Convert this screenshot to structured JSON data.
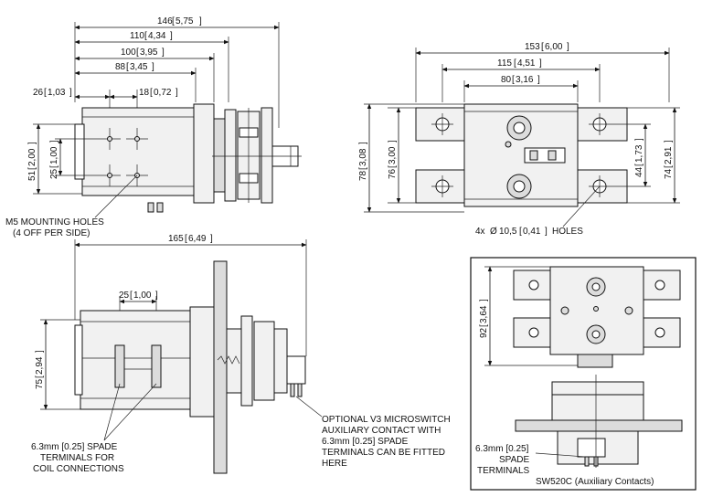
{
  "dimensions": {
    "width_146": {
      "value": "146",
      "alt": "5,75"
    },
    "width_110": {
      "value": "110",
      "alt": "4,34"
    },
    "width_100": {
      "value": "100",
      "alt": "3,95"
    },
    "width_88": {
      "value": "88",
      "alt": "3,45"
    },
    "width_26": {
      "value": "26",
      "alt": "1,03"
    },
    "width_18": {
      "value": "18",
      "alt": "0,72"
    },
    "height_51": {
      "value": "51",
      "alt": "2,00"
    },
    "height_25_top": {
      "value": "25",
      "alt": "1,00"
    },
    "width_153": {
      "value": "153",
      "alt": "6,00"
    },
    "width_115": {
      "value": "115",
      "alt": "4,51"
    },
    "width_80": {
      "value": "80",
      "alt": "3,16"
    },
    "height_78": {
      "value": "78",
      "alt": "3,08"
    },
    "height_76": {
      "value": "76",
      "alt": "3,00"
    },
    "height_44": {
      "value": "44",
      "alt": "1,73"
    },
    "height_74": {
      "value": "74",
      "alt": "2,91"
    },
    "width_165": {
      "value": "165",
      "alt": "6,49"
    },
    "width_25_bottom": {
      "value": "25",
      "alt": "1,00"
    },
    "height_75": {
      "value": "75",
      "alt": "2,94"
    },
    "height_92": {
      "value": "92",
      "alt": "3,64"
    }
  },
  "notes": {
    "mounting_holes_line1": "M5 MOUNTING HOLES",
    "mounting_holes_line2": "(4 OFF PER SIDE)",
    "holes_prefix": "4x",
    "holes_symbol": "Ø",
    "holes_value": "10,5",
    "holes_alt": "0,41",
    "holes_suffix": "HOLES",
    "coil_line1": "6.3mm [0.25] SPADE",
    "coil_line2": "TERMINALS FOR",
    "coil_line3": "COIL CONNECTIONS",
    "micro_line1": "OPTIONAL V3 MICROSWITCH",
    "micro_line2": "AUXILIARY CONTACT WITH",
    "micro_line3": "6.3mm [0.25] SPADE",
    "micro_line4": "TERMINALS CAN BE FITTED",
    "micro_line5": "HERE",
    "inset_spade_line1": "6.3mm [0.25]",
    "inset_spade_line2": "SPADE",
    "inset_spade_line3": "TERMINALS",
    "inset_caption": "SW520C (Auxiliary Contacts)"
  }
}
